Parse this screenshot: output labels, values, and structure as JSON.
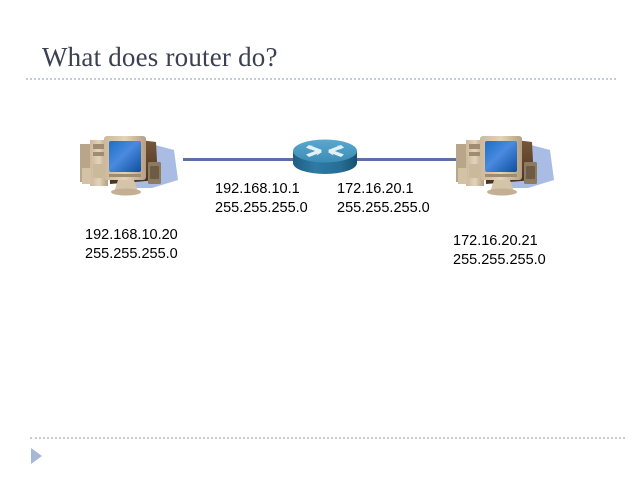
{
  "slide": {
    "title": "What does router do?"
  },
  "diagram": {
    "type": "network-topology",
    "link_color": "#5d6fa8",
    "router": {
      "name": "router",
      "icon": "cisco-router-icon",
      "top_color": "#4a9cc8",
      "body_color": "#2a6e96",
      "arrow_color": "#d6e7f2",
      "interfaces": [
        {
          "side": "left",
          "ip": "192.168.10.1",
          "mask": "255.255.255.0"
        },
        {
          "side": "right",
          "ip": "172.16.20.1",
          "mask": "255.255.255.0"
        }
      ]
    },
    "hosts": [
      {
        "side": "left",
        "icon": "desktop-computer-icon",
        "ip": "192.168.10.20",
        "mask": "255.255.255.0"
      },
      {
        "side": "right",
        "icon": "desktop-computer-icon",
        "ip": "172.16.20.21",
        "mask": "255.255.255.0"
      }
    ]
  },
  "decor": {
    "rule_color": "#c3cbdd",
    "footer_bullet_color": "#a8b8d4",
    "title_color": "#3b4152"
  }
}
